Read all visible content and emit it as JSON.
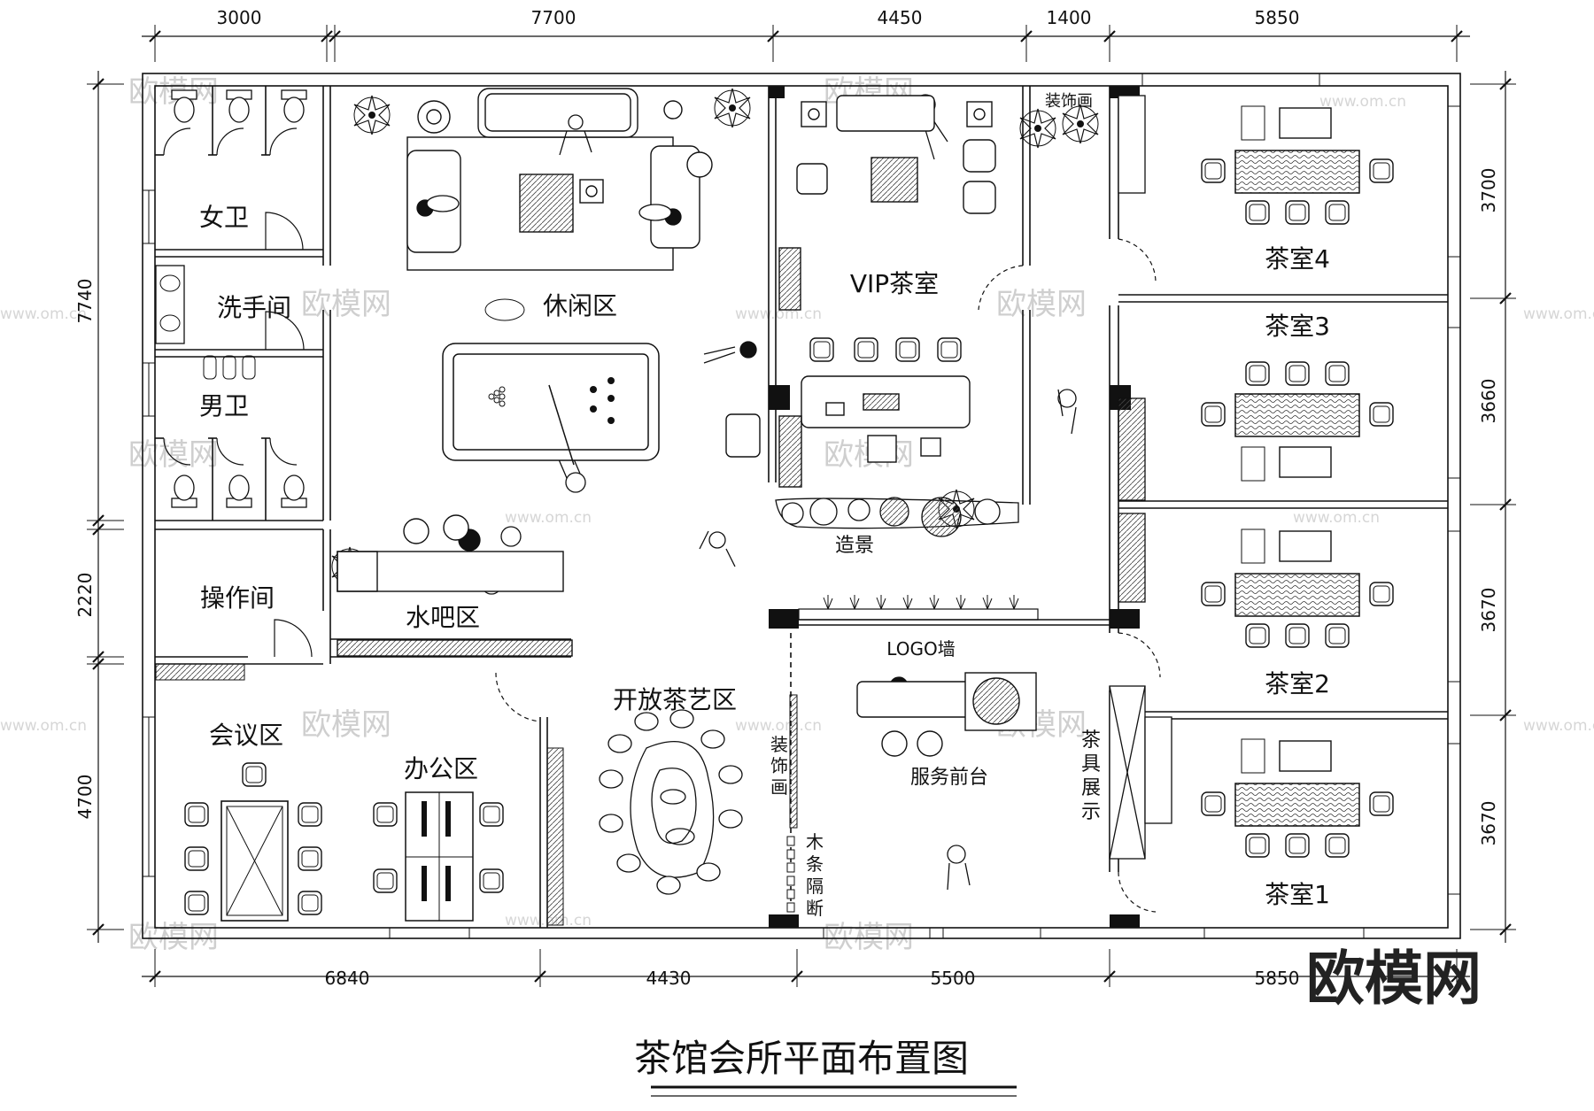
{
  "drawing_title": "茶馆会所平面布置图",
  "logo_text": "欧模网",
  "watermark_text": "欧模网",
  "watermark_url": "www.om.cn",
  "dimensions": {
    "top": [
      "3000",
      "7700",
      "4450",
      "1400",
      "5850"
    ],
    "bottom": [
      "6840",
      "4430",
      "5500",
      "5850"
    ],
    "left": [
      "7740",
      "2220",
      "4700"
    ],
    "right": [
      "3700",
      "3660",
      "3670",
      "3670"
    ]
  },
  "rooms": {
    "womens_restroom": "女卫",
    "washroom": "洗手间",
    "mens_restroom": "男卫",
    "operation_room": "操作间",
    "meeting_area": "会议区",
    "office_area": "办公区",
    "leisure_area": "休闲区",
    "water_bar": "水吧区",
    "open_tea_area": "开放茶艺区",
    "vip_tea_room": "VIP茶室",
    "landscape": "造景",
    "logo_wall": "LOGO墙",
    "reception": "服务前台",
    "decor_painting_top": "装饰画",
    "decor_painting_side": [
      "装",
      "饰",
      "画"
    ],
    "wood_partition": [
      "木",
      "条",
      "隔",
      "断"
    ],
    "tea_display": [
      "茶",
      "具",
      "展",
      "示"
    ],
    "tea_room_4": "茶室4",
    "tea_room_3": "茶室3",
    "tea_room_2": "茶室2",
    "tea_room_1": "茶室1"
  },
  "colors": {
    "line": "#111111",
    "watermark": "#cfcfcf",
    "background": "#ffffff"
  }
}
